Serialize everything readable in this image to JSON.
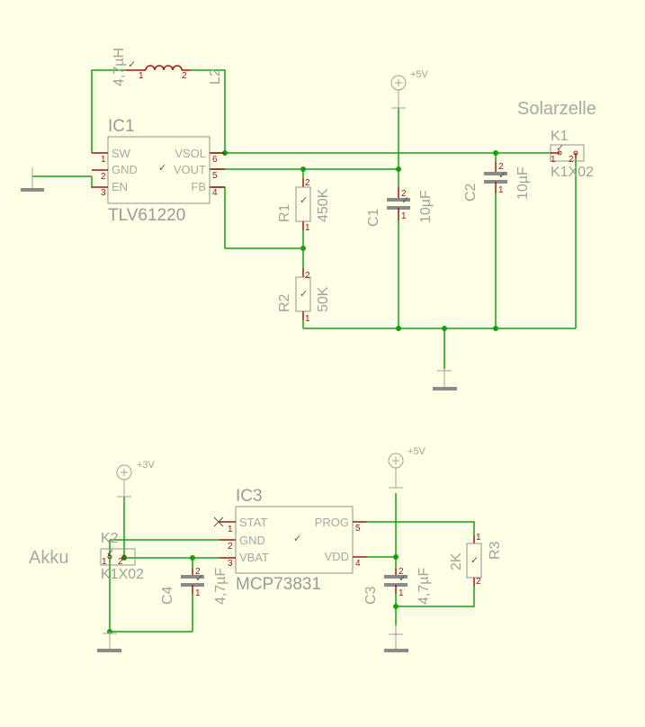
{
  "labels": {
    "solar_cell": "Solarzelle",
    "battery": "Akku"
  },
  "supply": {
    "plus5v": "+5V",
    "plus3v": "+3V"
  },
  "ic1": {
    "name": "IC1",
    "part": "TLV61220",
    "pins": [
      {
        "name": "SW",
        "num": "1"
      },
      {
        "name": "GND",
        "num": "2"
      },
      {
        "name": "EN",
        "num": "3"
      },
      {
        "name": "VSOL",
        "num": "6"
      },
      {
        "name": "VOUT",
        "num": "5"
      },
      {
        "name": "FB",
        "num": "4"
      }
    ]
  },
  "ic3": {
    "name": "IC3",
    "part": "MCP73831",
    "pins": [
      {
        "name": "STAT",
        "num": "1"
      },
      {
        "name": "GND",
        "num": "2"
      },
      {
        "name": "VBAT",
        "num": "3"
      },
      {
        "name": "PROG",
        "num": "5"
      },
      {
        "name": "VDD",
        "num": "4"
      }
    ]
  },
  "l2": {
    "name": "L2",
    "value": "4,7µH",
    "pin1": "1",
    "pin2": "2"
  },
  "r1": {
    "name": "R1",
    "value": "450K",
    "pin1": "1",
    "pin2": "2"
  },
  "r2": {
    "name": "R2",
    "value": "50K",
    "pin1": "1",
    "pin2": "2"
  },
  "r3": {
    "name": "R3",
    "value": "2K",
    "pin1": "1",
    "pin2": "2"
  },
  "c1": {
    "name": "C1",
    "value": "10µF",
    "pin1": "1",
    "pin2": "2"
  },
  "c2": {
    "name": "C2",
    "value": "10µF",
    "pin1": "1",
    "pin2": "2"
  },
  "c3": {
    "name": "C3",
    "value": "4,7µF",
    "pin1": "1",
    "pin2": "2"
  },
  "c4": {
    "name": "C4",
    "value": "4,7µF",
    "pin1": "1",
    "pin2": "2"
  },
  "k1": {
    "name": "K1",
    "part": "K1X02",
    "pin1": "1",
    "pin2": "2"
  },
  "k2": {
    "name": "K2",
    "part": "K1X02",
    "pin1": "1",
    "pin2": "2"
  }
}
